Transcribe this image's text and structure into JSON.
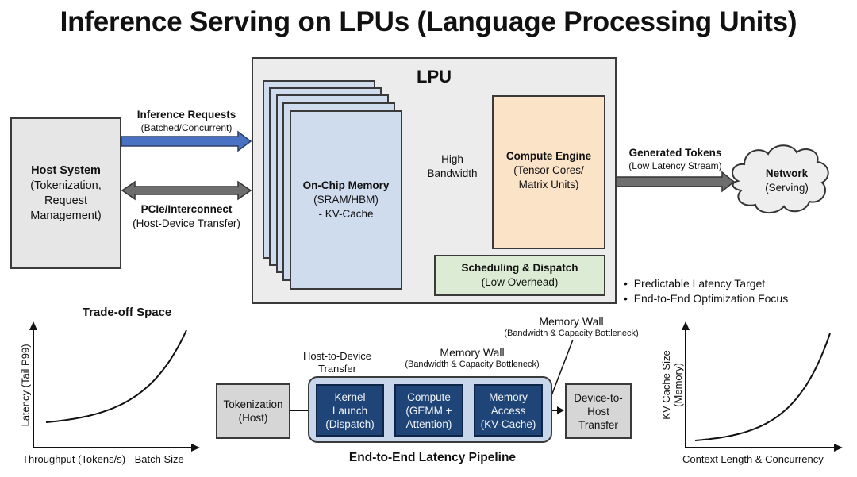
{
  "title": "Inference Serving on LPUs (Language Processing Units)",
  "colors": {
    "lpu_bg": "#ececec",
    "memory_bg": "#cfdcee",
    "compute_bg": "#fbe3c8",
    "scheduling_bg": "#dcebd3",
    "request_arrow": "#4a72c4",
    "gray_arrow": "#6e6e6e",
    "pipeline_stage": "#1f4578",
    "pipeline_group": "#c7d6ea"
  },
  "host": {
    "title": "Host System",
    "lines": [
      "(Tokenization,",
      "Request",
      "Management)"
    ]
  },
  "arrows": {
    "requests": {
      "title": "Inference Requests",
      "subtitle": "(Batched/Concurrent)"
    },
    "pcie": {
      "title": "PCIe/Interconnect",
      "subtitle": "(Host-Device Transfer)"
    },
    "bandwidth": {
      "lines": [
        "High",
        "Bandwidth"
      ]
    },
    "tokens": {
      "title": "Generated Tokens",
      "subtitle": "(Low Latency Stream)"
    }
  },
  "lpu": {
    "label": "LPU",
    "memory": {
      "title": "On-Chip Memory",
      "lines": [
        "(SRAM/HBM)",
        "- KV-Cache"
      ],
      "layers": 5
    },
    "compute": {
      "title": "Compute Engine",
      "lines": [
        "(Tensor Cores/",
        "Matrix Units)"
      ]
    },
    "scheduling": {
      "title": "Scheduling & Dispatch",
      "subtitle": "(Low Overhead)"
    }
  },
  "network": {
    "title": "Network",
    "subtitle": "(Serving)"
  },
  "bullets": [
    "Predictable Latency Target",
    "End-to-End Optimization Focus"
  ],
  "tradeoff_chart": {
    "title": "Trade-off Space",
    "ylabel": "Latency (Tail P99)",
    "xlabel": "Throughput (Tokens/s) - Batch Size",
    "curve": "exponential-rise"
  },
  "kv_chart": {
    "ylabel_lines": [
      "KV-Cache Size",
      "(Memory)"
    ],
    "xlabel": "Context Length & Concurrency",
    "curve": "exponential-rise"
  },
  "pipeline": {
    "caption": "End-to-End Latency Pipeline",
    "tokenization": [
      "Tokenization",
      "(Host)"
    ],
    "stages": [
      [
        "Kernel",
        "Launch",
        "(Dispatch)"
      ],
      [
        "Compute",
        "(GEMM +",
        "Attention)"
      ],
      [
        "Memory",
        "Access",
        "(KV-Cache)"
      ]
    ],
    "device_to_host": [
      "Device-to-",
      "Host",
      "Transfer"
    ],
    "annotations": {
      "h2d": [
        "Host-to-Device",
        "Transfer"
      ],
      "memory_wall_mid": {
        "title": "Memory Wall",
        "subtitle": "(Bandwidth & Capacity Bottleneck)"
      },
      "memory_wall_top": {
        "title": "Memory Wall",
        "subtitle": "(Bandwidth & Capacity Bottleneck)"
      }
    }
  }
}
